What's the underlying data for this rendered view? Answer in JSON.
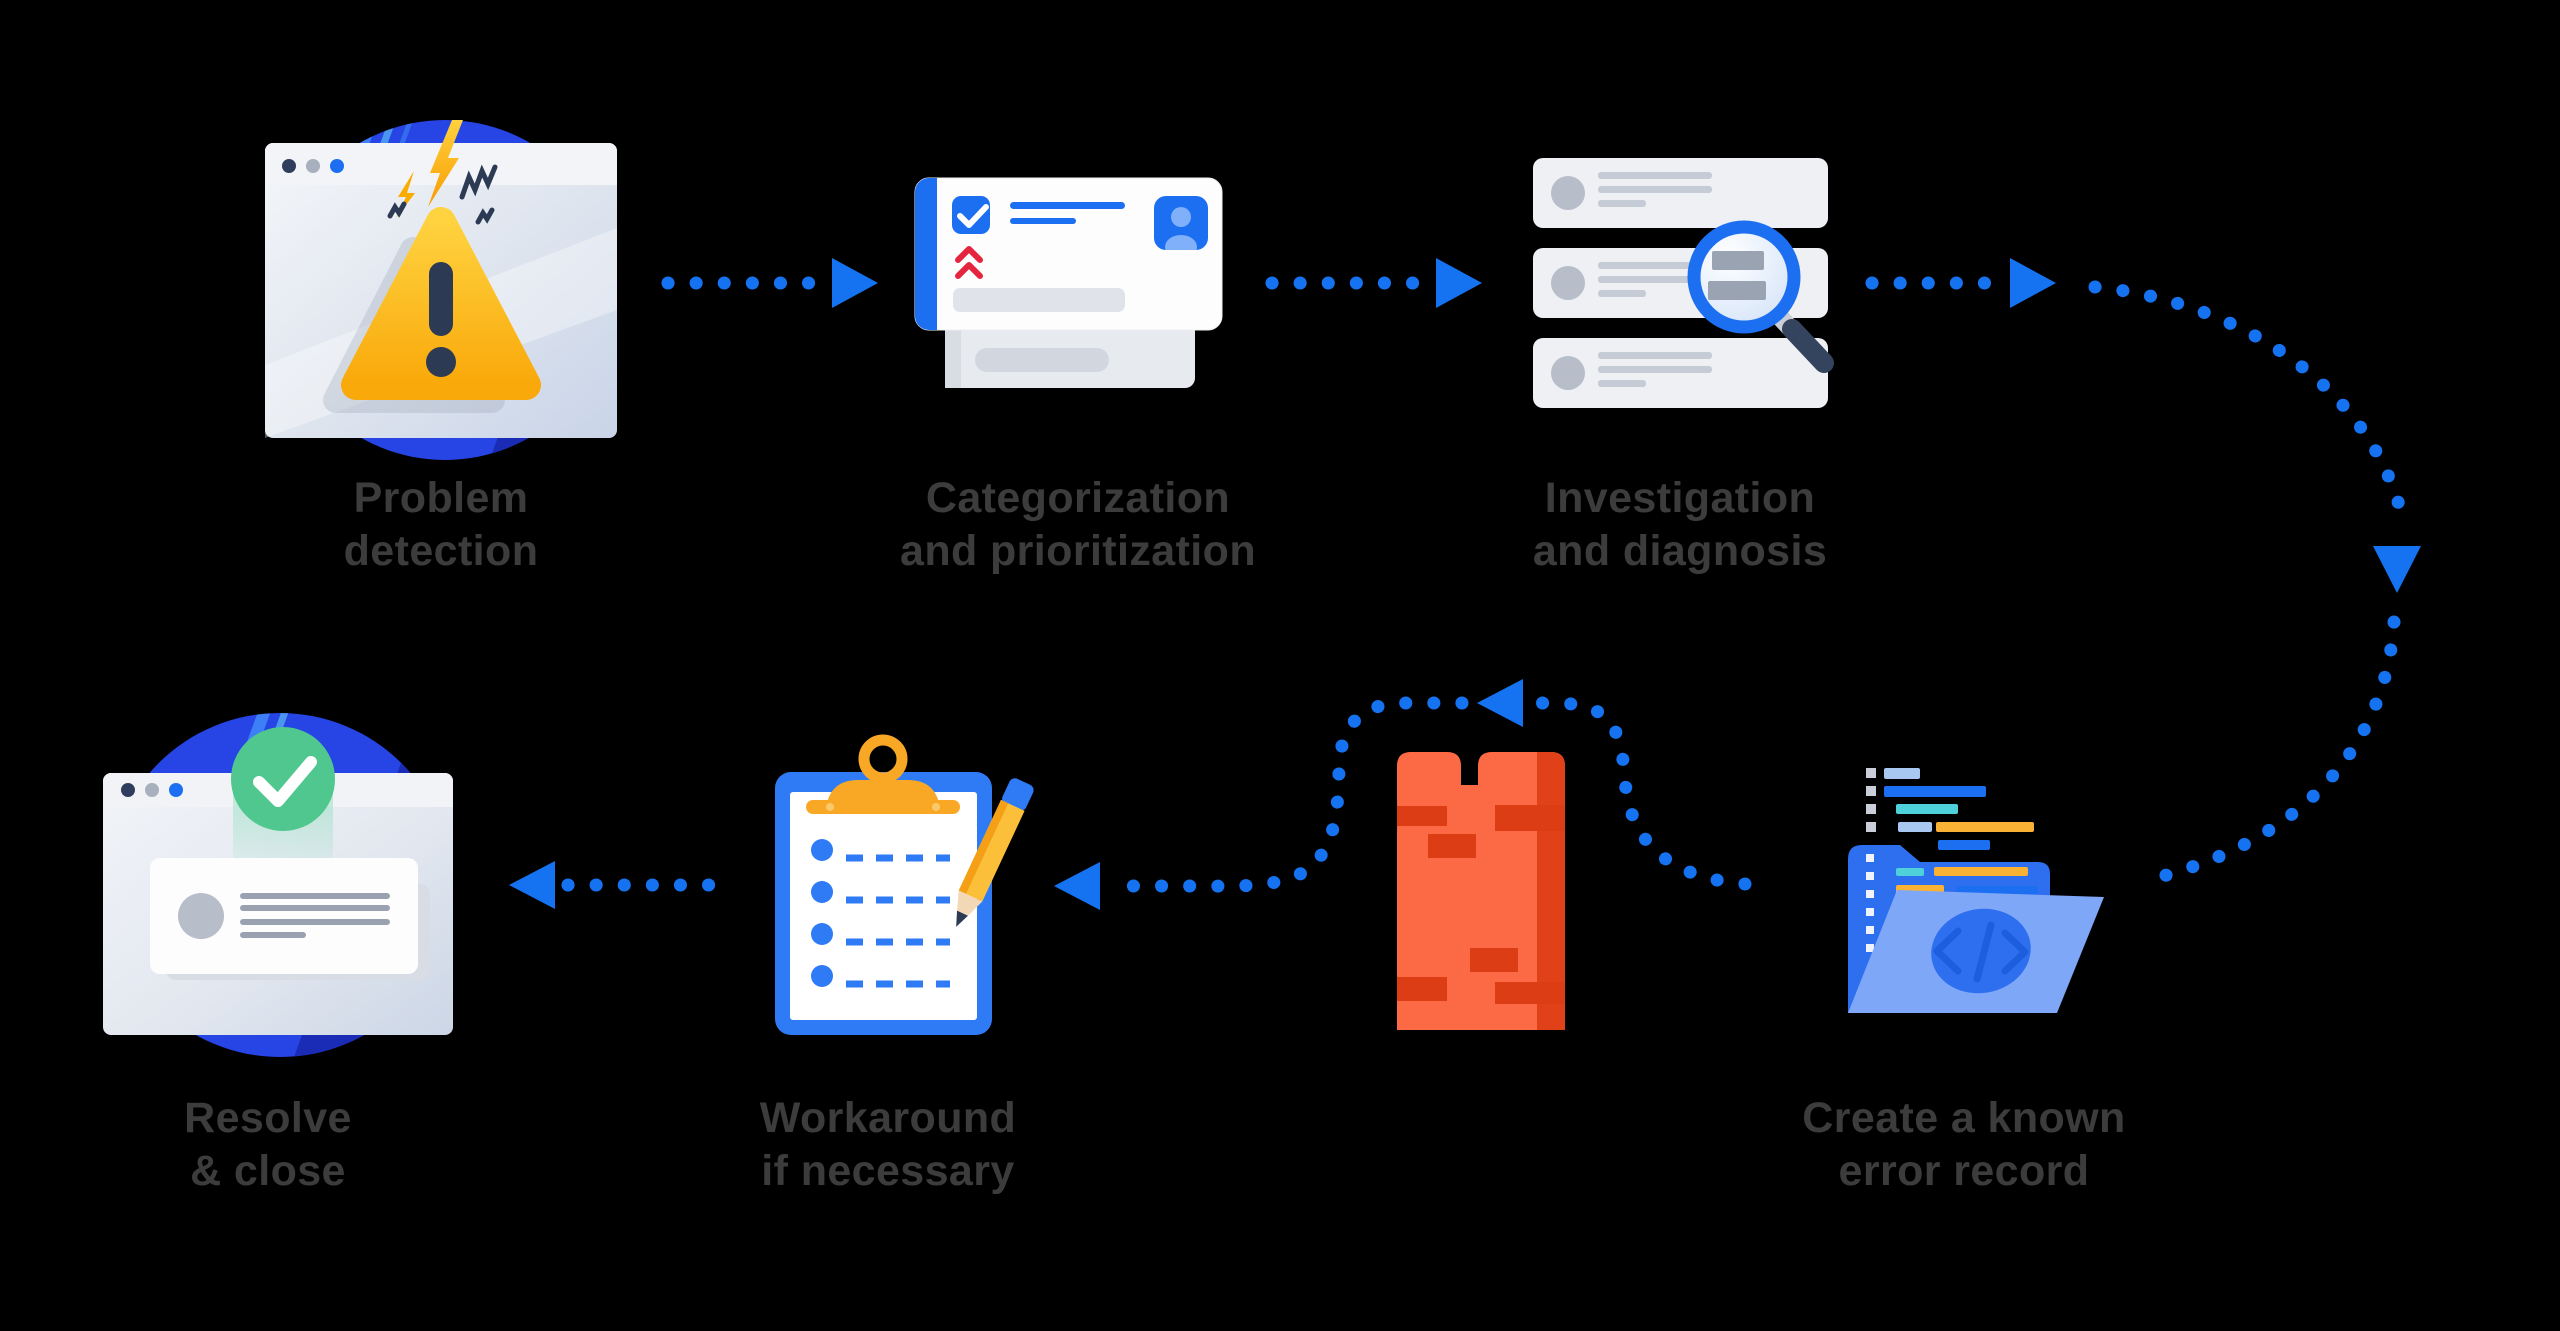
{
  "background": "#000000",
  "steps": [
    {
      "name": "problem-detection",
      "icon": "warning-browser-icon",
      "label_line1": "Problem",
      "label_line2": "detection"
    },
    {
      "name": "categorization-and-prioritization",
      "icon": "issue-card-icon",
      "label_line1": "Categorization",
      "label_line2": "and prioritization"
    },
    {
      "name": "investigation-and-diagnosis",
      "icon": "search-list-icon",
      "label_line1": "Investigation",
      "label_line2": "and diagnosis"
    },
    {
      "name": "create-known-error-record",
      "icon": "code-folder-icon",
      "label_line1": "Create a known",
      "label_line2": "error record"
    },
    {
      "name": "workaround-if-necessary",
      "icon": "checklist-clipboard-icon",
      "label_line1": "Workaround",
      "label_line2": "if necessary"
    },
    {
      "name": "resolve-and-close",
      "icon": "resolved-browser-icon",
      "label_line1": "Resolve",
      "label_line2": "& close"
    }
  ],
  "unlabeled_icons": [
    "roadblock-barrier-icon"
  ],
  "connectors": [
    {
      "from": "problem-detection",
      "to": "categorization-and-prioritization",
      "style": "dotted-arrow"
    },
    {
      "from": "categorization-and-prioritization",
      "to": "investigation-and-diagnosis",
      "style": "dotted-arrow"
    },
    {
      "from": "investigation-and-diagnosis",
      "to": "create-known-error-record",
      "style": "dotted-arc-right"
    },
    {
      "from": "create-known-error-record",
      "to": "workaround-if-necessary",
      "style": "dotted-arc-over-roadblock"
    },
    {
      "from": "workaround-if-necessary",
      "to": "resolve-and-close",
      "style": "dotted-arrow"
    }
  ],
  "colors": {
    "arrow_blue": "#1573f2",
    "accent_blue": "#1d6ff2",
    "circle_blue": "#2645e4",
    "circle_stripe_light": "#3f85f7",
    "warning_yellow": "#ffc400",
    "alert_navy": "#2c3a54",
    "priority_red": "#e5243d",
    "barrier_orange": "#fb6a45",
    "barrier_dark": "#dd3d14",
    "folder_back_blue": "#2e6ff0",
    "folder_front_blue": "#7ea7f8",
    "clipboard_blue": "#2e7bf5",
    "clip_orange": "#f9a825",
    "pencil_yellow": "#fbbf3a",
    "success_green": "#4fc78f",
    "code_teal": "#4ed1da",
    "code_yellow": "#f9b234",
    "label_gray": "#3c3c3c"
  }
}
